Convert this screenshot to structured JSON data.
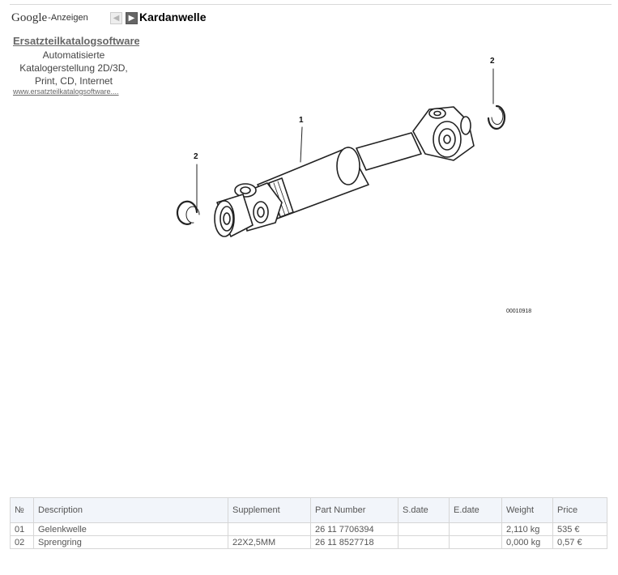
{
  "header": {
    "google_logo": "Google",
    "anzeigen": "-Anzeigen",
    "prev_icon": "chevron-left-icon",
    "next_icon": "chevron-right-icon",
    "title": "Kardanwelle"
  },
  "ad": {
    "title": "Ersatzteilkatalogsoftware",
    "line1": "Automatisierte",
    "line2": "Katalogerstellung 2D/3D,",
    "line3": "Print, CD, Internet",
    "url": "www.ersatzteilkatalogsoftware...."
  },
  "diagram": {
    "label_shaft": "1",
    "label_ring_right": "2",
    "label_ring_left": "2",
    "code": "00010918",
    "colors": {
      "line": "#222222",
      "fill": "#ffffff"
    }
  },
  "table": {
    "headers": [
      "№",
      "Description",
      "Supplement",
      "Part Number",
      "S.date",
      "E.date",
      "Weight",
      "Price"
    ],
    "rows": [
      [
        "01",
        "Gelenkwelle",
        "",
        "26 11 7706394",
        "",
        "",
        "2,110 kg",
        "535 €"
      ],
      [
        "02",
        "Sprengring",
        "22X2,5MM",
        "26 11 8527718",
        "",
        "",
        "0,000 kg",
        "0,57 €"
      ]
    ]
  }
}
